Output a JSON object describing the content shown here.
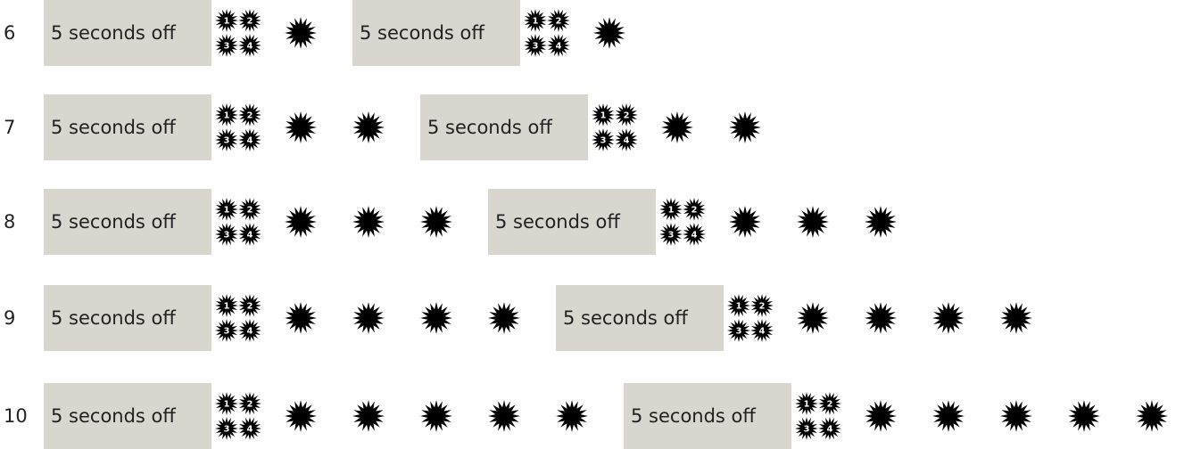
{
  "rows": [
    {
      "label": "6",
      "set1": {
        "text": "5 seconds off",
        "stars": 1
      },
      "set2": {
        "text": "5 seconds off",
        "stars": 1
      }
    },
    {
      "label": "7",
      "set1": {
        "text": "5 seconds off",
        "stars": 2
      },
      "set2": {
        "text": "5 seconds off",
        "stars": 2
      }
    },
    {
      "label": "8",
      "set1": {
        "text": "5 seconds off",
        "stars": 3
      },
      "set2": {
        "text": "5 seconds off",
        "stars": 3
      }
    },
    {
      "label": "9",
      "set1": {
        "text": "5 seconds off",
        "stars": 4
      },
      "set2": {
        "text": "5 seconds off",
        "stars": 4
      }
    },
    {
      "label": "10",
      "set1": {
        "text": "5 seconds off",
        "stars": 5
      },
      "set2": {
        "text": "5 seconds off",
        "stars": 5
      }
    }
  ],
  "cluster_numbers": [
    "1",
    "2",
    "3",
    "4"
  ],
  "colors": {
    "off_box": "#d9d6d0",
    "burst": "#000000"
  },
  "icons": {
    "cluster": "four-numbered-bursts-icon",
    "single": "starburst-icon"
  }
}
